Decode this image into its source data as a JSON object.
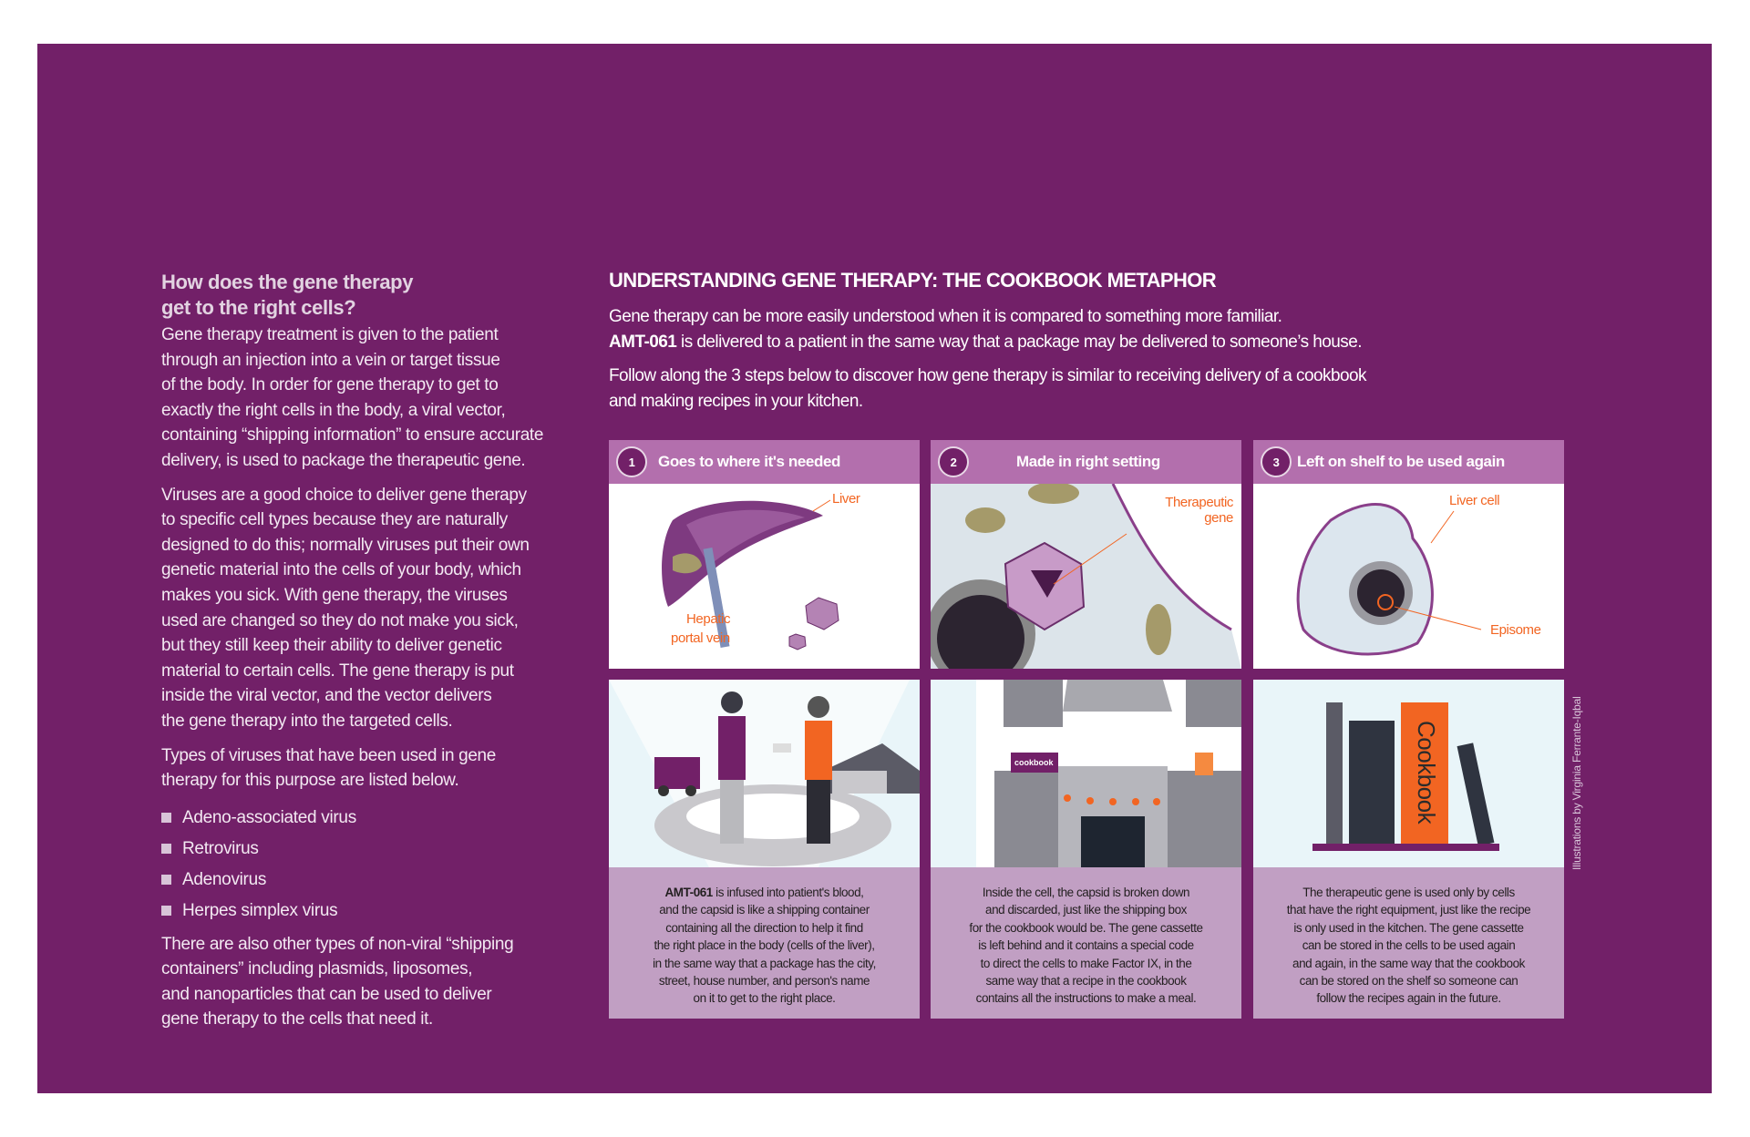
{
  "colors": {
    "background": "#722068",
    "step_header": "#b36fad",
    "caption": "#c19fc3",
    "accent": "#f26522"
  },
  "left": {
    "heading": [
      "How does the gene therapy",
      "get to the right cells?"
    ],
    "paragraphs": [
      [
        "Gene therapy treatment is given to the patient",
        "through an injection into a vein or target tissue",
        "of the body. In order for gene therapy to get to",
        "exactly the right cells in the body, a viral vector,",
        "containing “shipping information” to ensure accurate",
        "delivery, is used to package the therapeutic gene."
      ],
      [
        "Viruses are a good choice to deliver gene therapy",
        "to specific cell types because they are naturally",
        "designed to do this; normally viruses put their own",
        "genetic material into the cells of your body, which",
        "makes you sick. With gene therapy, the viruses",
        "used are changed so they do not make you sick,",
        "but they still keep their ability to deliver genetic",
        "material to certain cells. The gene therapy is put",
        "inside the viral vector, and the vector delivers",
        "the gene therapy into the targeted cells."
      ],
      [
        "Types of viruses that have been used in gene",
        "therapy for this purpose are listed below."
      ]
    ],
    "virus_list": [
      "Adeno-associated virus",
      "Retrovirus",
      "Adenovirus",
      "Herpes simplex virus"
    ],
    "closing": [
      "There are also other types of non-viral “shipping",
      "containers” including plasmids, liposomes,",
      "and nanoparticles that can be used to deliver",
      "gene therapy to the cells that need it."
    ]
  },
  "right": {
    "title": "UNDERSTANDING GENE THERAPY: THE COOKBOOK METAPHOR",
    "intro_1": "Gene therapy can be more easily understood when it is compared to something more familiar.",
    "intro_2_bold": "AMT-061",
    "intro_2_rest": " is delivered to a patient in the same way that a package may be delivered to someone’s house.",
    "intro_3": [
      "Follow along the 3 steps below to discover how gene therapy is similar to receiving delivery of a cookbook",
      "and making recipes in your kitchen."
    ]
  },
  "steps": [
    {
      "number": "1",
      "title": "Goes to where it's needed",
      "labels": {
        "liver": "Liver",
        "vein_1": "Hepatic",
        "vein_2": "portal vein"
      },
      "caption_bold": "AMT-061",
      "caption": [
        " is infused into patient's blood,",
        "and the capsid is like a shipping container",
        "containing all the direction to help it find",
        "the right place in the body (cells of the liver),",
        "in the same way that a package has the city,",
        "street, house number, and person's name",
        "on it to get to the right place."
      ]
    },
    {
      "number": "2",
      "title": "Made in right setting",
      "labels": {
        "gene_1": "Therapeutic",
        "gene_2": "gene",
        "box": "cookbook"
      },
      "caption": [
        "Inside the cell, the capsid is broken down",
        "and discarded, just like the shipping box",
        "for the cookbook would be. The gene cassette",
        "is left behind and it contains a special code",
        "to direct the cells to make Factor IX, in the",
        "same way that a recipe in the cookbook",
        "contains all the instructions to make a meal."
      ]
    },
    {
      "number": "3",
      "title": "Left on shelf to be used again",
      "labels": {
        "cell": "Liver cell",
        "episome": "Episome",
        "book": "Cookbook"
      },
      "caption": [
        "The therapeutic gene is used only by cells",
        "that have the right equipment, just like the recipe",
        "is only used in the kitchen. The gene cassette",
        "can be stored in the cells to be used again",
        "and again, in the same way that the cookbook",
        "can be stored on the shelf so someone can",
        "follow the recipes again in the future."
      ]
    }
  ],
  "credit": "Illustrations by Virginia Ferrante-Iqbal"
}
